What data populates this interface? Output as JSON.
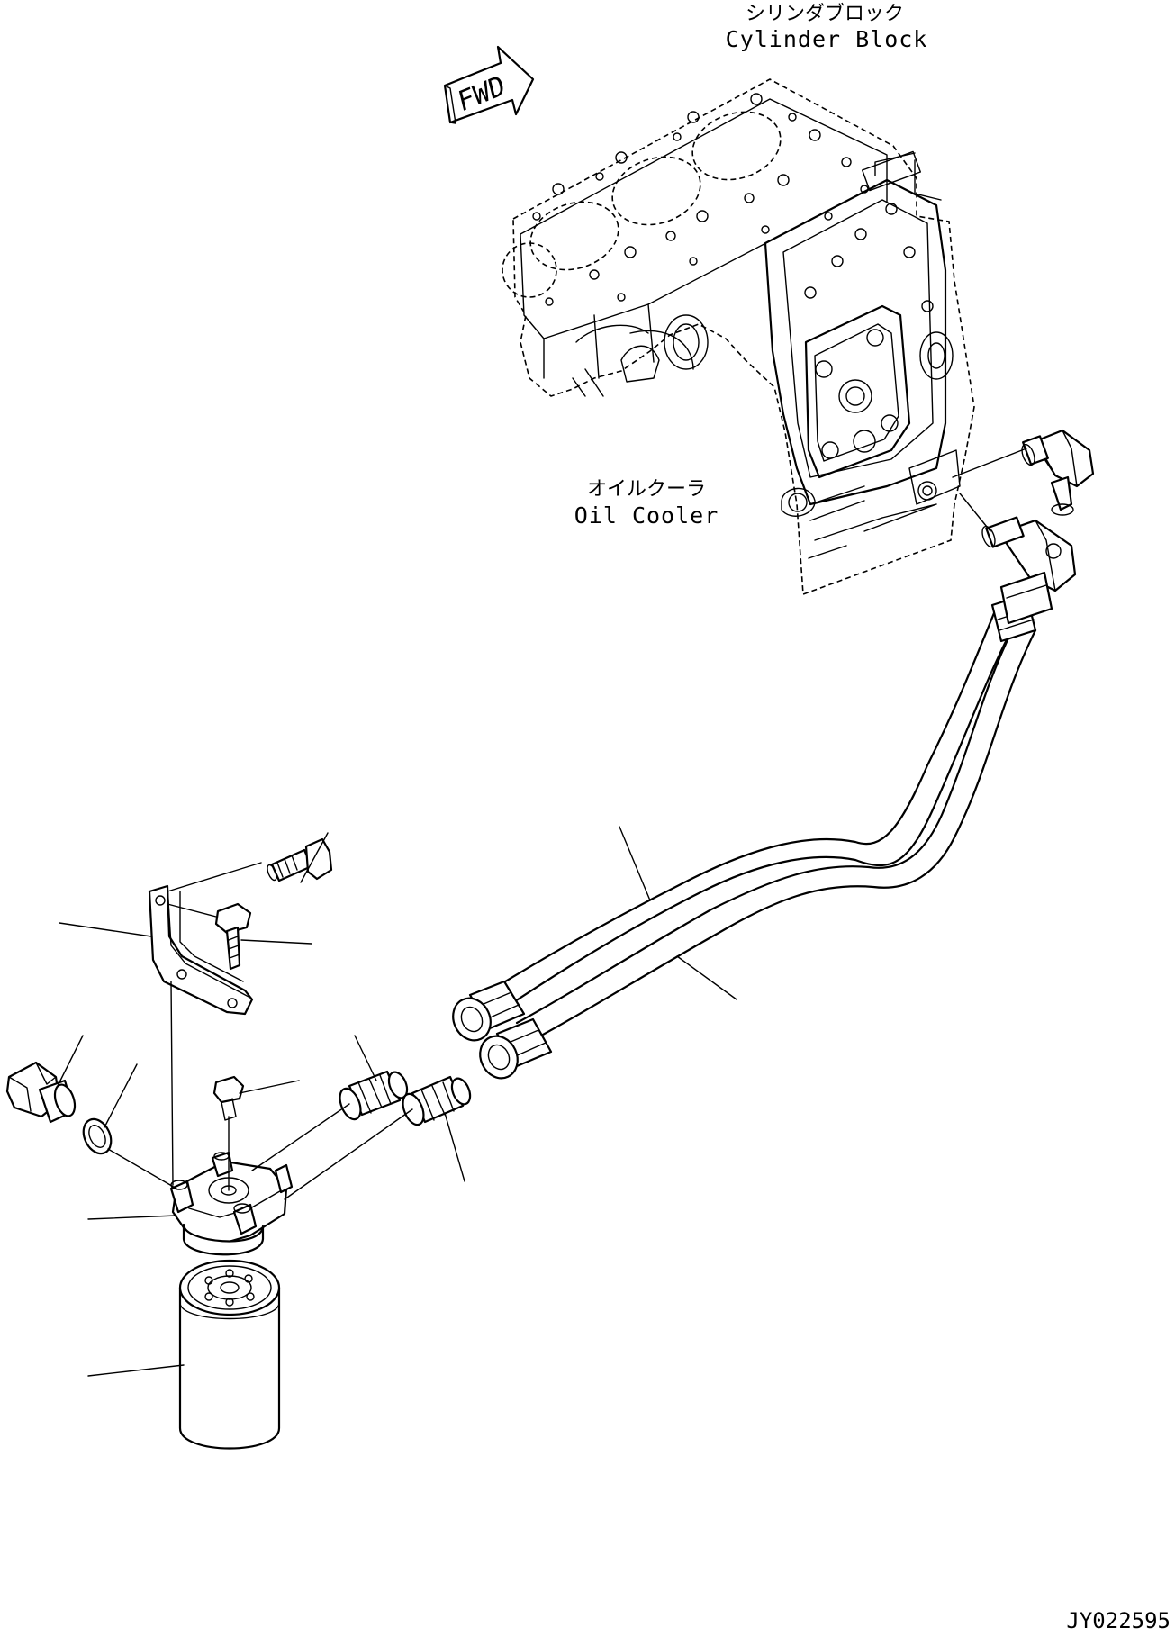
{
  "labels": {
    "cylinder_block_ja": "シリンダブロック",
    "cylinder_block_en": "Cylinder Block",
    "oil_cooler_ja": "オイルクーラ",
    "oil_cooler_en": "Oil Cooler",
    "fwd": "FWD",
    "drawing_code": "JY022595"
  },
  "colors": {
    "line": "#000000",
    "background": "#ffffff"
  }
}
